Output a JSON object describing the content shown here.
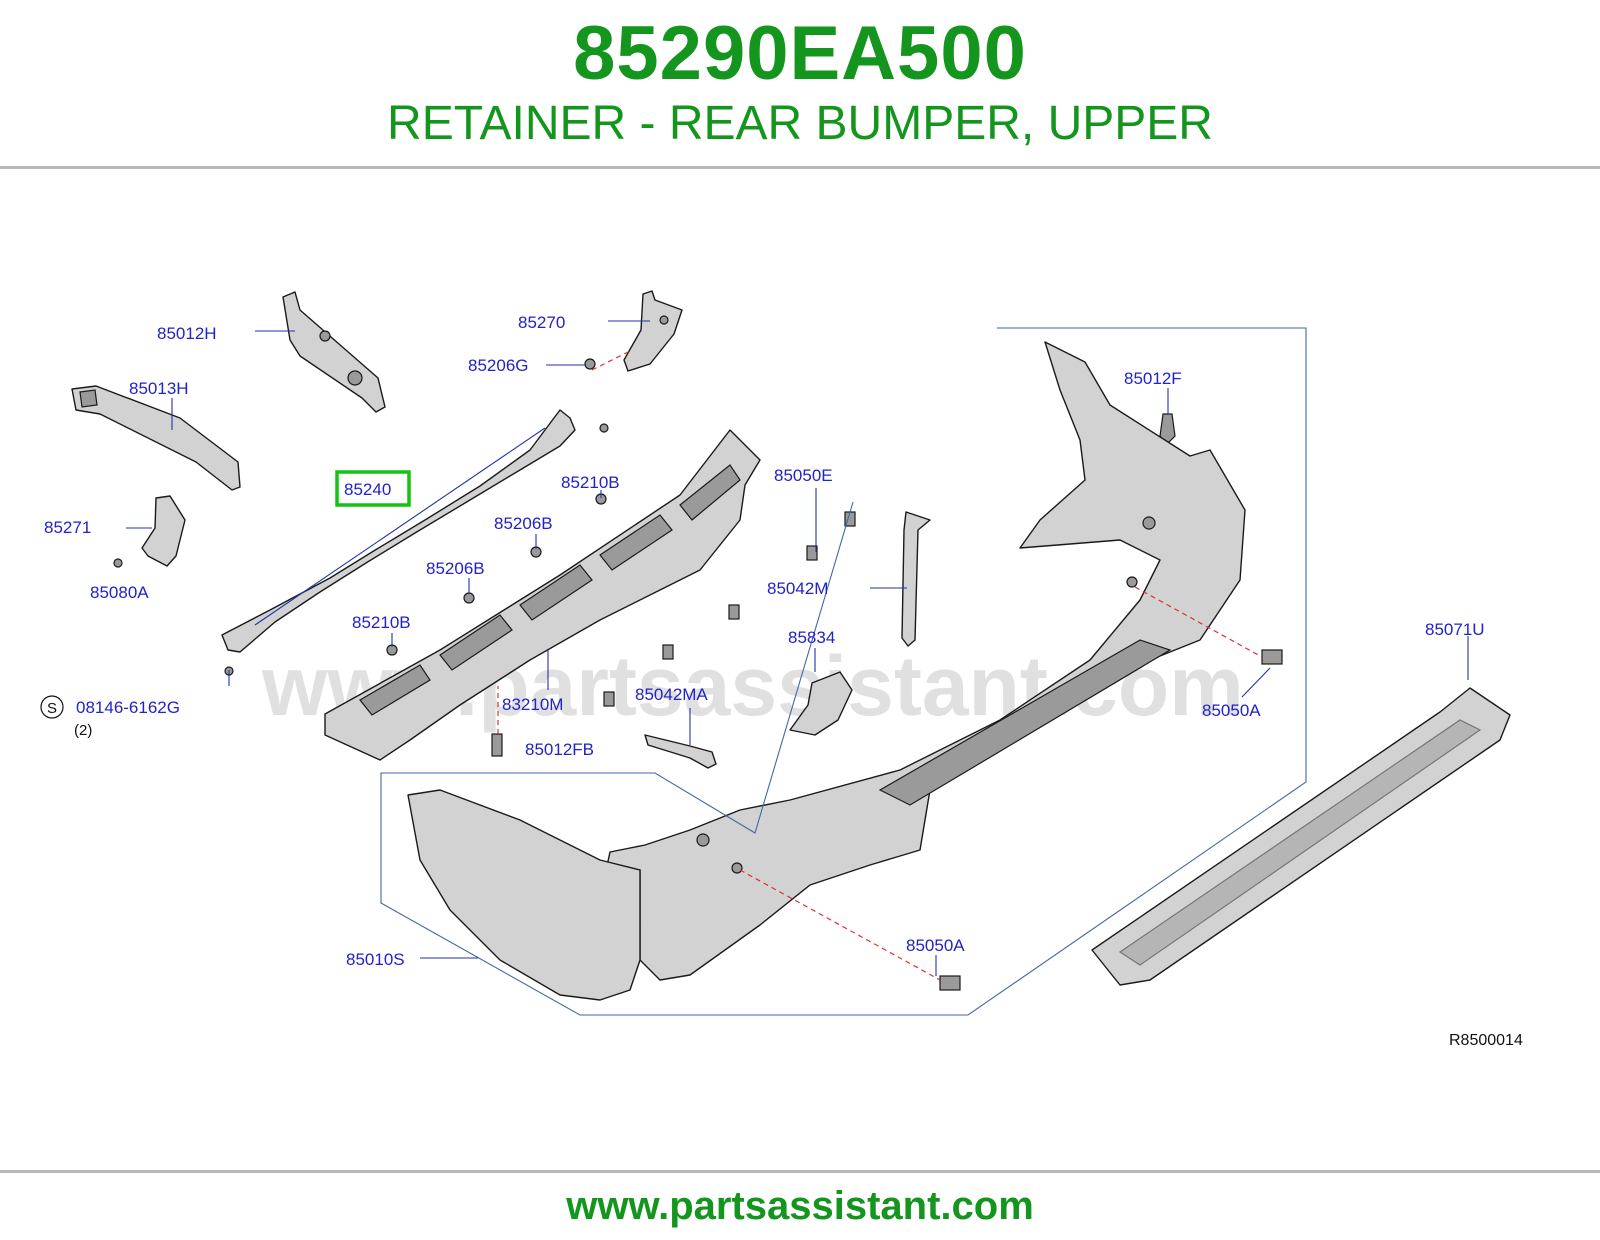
{
  "header": {
    "part_number": "85290EA500",
    "description": "RETAINER - REAR BUMPER, UPPER"
  },
  "footer": {
    "url": "www.partsassistant.com"
  },
  "diagram": {
    "watermark": "www.partsassistant.com",
    "reference_code": "R8500014",
    "highlight_color": "#13c313",
    "label_color": "#2222c8",
    "highlighted_part": "85240",
    "labels": {
      "l85012H": "85012H",
      "l85013H": "85013H",
      "l85271": "85271",
      "l85080A": "85080A",
      "l85240": "85240",
      "l85270": "85270",
      "l85206G": "85206G",
      "l85210B_a": "85210B",
      "l85206B_a": "85206B",
      "l85206B_b": "85206B",
      "l85210B_b": "85210B",
      "l08146": "08146-6162G",
      "l08146_qty": "(2)",
      "l08146_sym": "S",
      "l83210M": "83210M",
      "l85012FB": "85012FB",
      "l85050E": "85050E",
      "l85042M": "85042M",
      "l85834": "85834",
      "l85042MA": "85042MA",
      "l85012F": "85012F",
      "l85050A_a": "85050A",
      "l85071U": "85071U",
      "l85010S": "85010S",
      "l85050A_b": "85050A"
    }
  }
}
